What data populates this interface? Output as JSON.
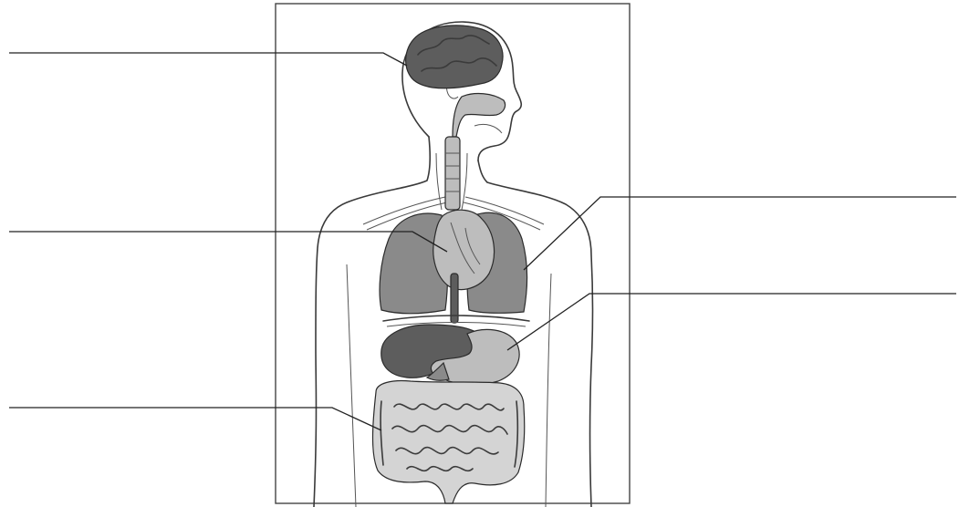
{
  "diagram": {
    "labels": [
      {
        "id": "brain",
        "text": ""
      },
      {
        "id": "heart",
        "text": ""
      },
      {
        "id": "intestines",
        "text": ""
      },
      {
        "id": "lungs",
        "text": ""
      },
      {
        "id": "stomach",
        "text": ""
      }
    ],
    "colors": {
      "outline": "#3a3a3a",
      "organ_dark": "#5d5d5d",
      "organ_mid": "#8a8a8a",
      "organ_light": "#bdbdbd",
      "background": "#ffffff"
    }
  }
}
